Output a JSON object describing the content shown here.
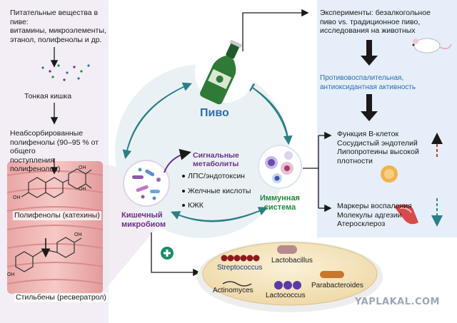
{
  "left": {
    "title_lines": [
      "Питательные вещества в пиве:",
      "витамины, микроэлементы,",
      "этанол, полифенолы и др."
    ],
    "small_intestine": "Тонкая кишка",
    "unabsorbed_lines": [
      "Неабсорбированные",
      "полифенолы (90–95 % от общего",
      "поступления полифенолов)"
    ],
    "polyphenols": "Полифенолы (катехины)",
    "stilbenes": "Стильбены (ресвератрол)",
    "oh_label": "OH"
  },
  "center": {
    "beer": "Пиво",
    "microbiome_lines": [
      "Кишечный",
      "микробиом"
    ],
    "immune_lines": [
      "Иммунная",
      "система"
    ],
    "signal_title_lines": [
      "Сигнальные",
      "метаболиты"
    ],
    "signal_items": [
      "ЛПС/эндотоксин",
      "Желчные кислоты",
      "КЖК"
    ]
  },
  "right": {
    "experiments_lines": [
      "Эксперименты: безалкогольное",
      "пиво vs. традиционное пиво,",
      "исследования на животных"
    ],
    "activity_lines": [
      "Противовоспалительная,",
      "антиоксидантная активность"
    ],
    "group1": [
      "Функция B-клеток",
      "Сосудистый эндотелий",
      "Липопротеины высокой",
      "плотности"
    ],
    "group2": [
      "Маркеры воспаления",
      "Молекулы адгезии",
      "Атеросклероз"
    ]
  },
  "dish": {
    "bacteria": [
      "Streptococcus",
      "Lactobacillus",
      "Actinomyces",
      "Lactococcus",
      "Parabacteroides"
    ]
  },
  "watermark": "YAPLAKAL.COM",
  "colors": {
    "blue": "#2a6db0",
    "green": "#1f8a3a",
    "purple": "#6b2f8a",
    "teal": "#2a8a8a",
    "red": "#c0392b"
  }
}
